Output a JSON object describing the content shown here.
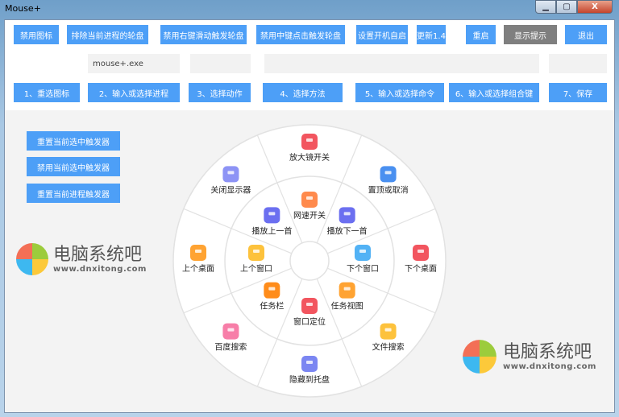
{
  "window": {
    "title": "Mouse+",
    "controls": {
      "minimize": "▁",
      "maximize": "▢",
      "close": "X"
    }
  },
  "toolbar": [
    {
      "label": "禁用图标"
    },
    {
      "label": "排除当前进程的轮盘"
    },
    {
      "label": "禁用右键滑动触发轮盘"
    },
    {
      "label": "禁用中键点击触发轮盘"
    },
    {
      "label": "设置开机自启"
    },
    {
      "label": "更新1.4"
    },
    {
      "label": "重启"
    },
    {
      "label": "显示提示",
      "state": "active"
    },
    {
      "label": "退出"
    }
  ],
  "fields": [
    {
      "value": "mouse+.exe"
    },
    {
      "value": ""
    },
    {
      "value": ""
    },
    {
      "value": ""
    }
  ],
  "steps": [
    {
      "label": "1、重选图标"
    },
    {
      "label": "2、输入或选择进程"
    },
    {
      "label": "3、选择动作"
    },
    {
      "label": "4、选择方法"
    },
    {
      "label": "5、输入或选择命令"
    },
    {
      "label": "6、输入或选择组合键"
    },
    {
      "label": "7、保存"
    }
  ],
  "side_buttons": [
    {
      "label": "重置当前选中触发器"
    },
    {
      "label": "禁用当前选中触发器"
    },
    {
      "label": "重置当前进程触发器"
    }
  ],
  "wheel": {
    "outer": [
      {
        "label": "放大镜开关",
        "icon": "hearts-icon",
        "color": "#f2555f"
      },
      {
        "label": "置顶或取消",
        "icon": "graduation-cap-icon",
        "color": "#4a90f0"
      },
      {
        "label": "下个桌面",
        "icon": "edit-icon",
        "color": "#f2555f"
      },
      {
        "label": "文件搜索",
        "icon": "file-search-icon",
        "color": "#fdc23c"
      },
      {
        "label": "隐藏到托盘",
        "icon": "layers-icon",
        "color": "#7b86f2"
      },
      {
        "label": "百度搜索",
        "icon": "calendar-check-icon",
        "color": "#f77ea8"
      },
      {
        "label": "上个桌面",
        "icon": "folder-icon",
        "color": "#ffa332"
      },
      {
        "label": "关闭显示器",
        "icon": "video-camera-icon",
        "color": "#8d93f5"
      }
    ],
    "inner": [
      {
        "label": "网速开关",
        "icon": "lightbulb-icon",
        "color": "#ff8a4c"
      },
      {
        "label": "播放下一首",
        "icon": "music-icon",
        "color": "#6b6ff0"
      },
      {
        "label": "下个窗口",
        "icon": "window-icon",
        "color": "#52b2f5"
      },
      {
        "label": "任务视图",
        "icon": "folder-icon",
        "color": "#ffa332"
      },
      {
        "label": "窗口定位",
        "icon": "hearts-icon",
        "color": "#f2555f"
      },
      {
        "label": "任务栏",
        "icon": "tags-icon",
        "color": "#ff8c1a"
      },
      {
        "label": "上个窗口",
        "icon": "cocktail-icon",
        "color": "#fdc23c"
      },
      {
        "label": "播放上一首",
        "icon": "music-icon",
        "color": "#6b6ff0"
      }
    ]
  },
  "watermark": {
    "name": "电脑系统吧",
    "url": "www.dnxitong.com"
  },
  "colors": {
    "accent": "#4d9ff7",
    "active_button": "#7f7f7f"
  }
}
